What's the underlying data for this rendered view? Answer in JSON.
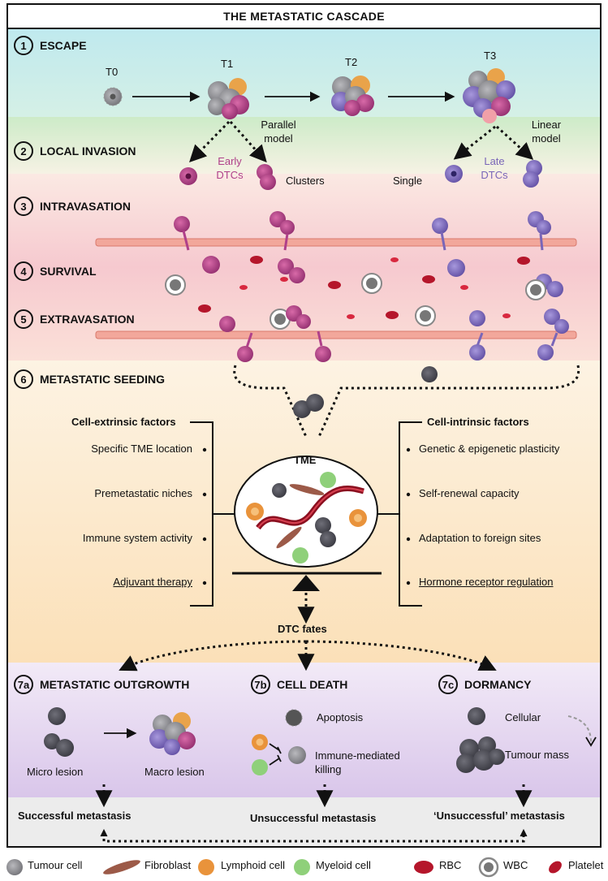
{
  "title": "THE METASTATIC CASCADE",
  "steps": {
    "s1": {
      "num": "1",
      "label": "ESCAPE"
    },
    "s2": {
      "num": "2",
      "label": "LOCAL INVASION"
    },
    "s3": {
      "num": "3",
      "label": "INTRAVASATION"
    },
    "s4": {
      "num": "4",
      "label": "SURVIVAL"
    },
    "s5": {
      "num": "5",
      "label": "EXTRAVASATION"
    },
    "s6": {
      "num": "6",
      "label": "METASTATIC SEEDING"
    },
    "s7a": {
      "num": "7a",
      "label": "METASTATIC OUTGROWTH"
    },
    "s7b": {
      "num": "7b",
      "label": "CELL DEATH"
    },
    "s7c": {
      "num": "7c",
      "label": "DORMANCY"
    }
  },
  "escape": {
    "t0": "T0",
    "t1": "T1",
    "t2": "T2",
    "t3": "T3"
  },
  "invasion": {
    "parallel_model": "Parallel model",
    "linear_model": "Linear model",
    "early_dtcs": "Early DTCs",
    "late_dtcs": "Late DTCs",
    "clusters": "Clusters",
    "single": "Single"
  },
  "tme": {
    "label": "TME",
    "extrinsic_header": "Cell-extrinsic factors",
    "intrinsic_header": "Cell-intrinsic factors",
    "extrinsic": [
      "Specific TME location",
      "Premetastatic niches",
      "Immune system activity",
      "Adjuvant therapy"
    ],
    "intrinsic": [
      "Genetic & epigenetic plasticity",
      "Self-renewal capacity",
      "Adaptation to foreign sites",
      "Hormone receptor regulation"
    ],
    "fates": "DTC fates"
  },
  "outgrowth": {
    "micro": "Micro lesion",
    "macro": "Macro lesion",
    "result": "Successful metastasis"
  },
  "death": {
    "apoptosis": "Apoptosis",
    "immune": "Immune-mediated killing",
    "result": "Unsuccessful metastasis"
  },
  "dormancy": {
    "cellular": "Cellular",
    "mass": "Tumour mass",
    "result": "‘Unsuccessful’ metastasis"
  },
  "legend": [
    "Tumour cell",
    "Fibroblast",
    "Lymphoid cell",
    "Myeloid cell",
    "RBC",
    "WBC",
    "Platelet"
  ],
  "colors": {
    "tumour": "#7c7c80",
    "magenta": "#b0408a",
    "purple": "#7a66b8",
    "orange": "#e9933b",
    "green": "#8fd07a",
    "rbc": "#b5162b",
    "vessel": "#f0a59a"
  }
}
